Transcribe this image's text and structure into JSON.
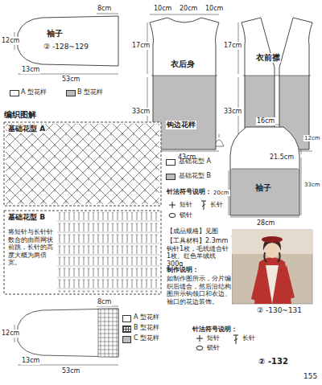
{
  "diagram": {
    "nodes": [
      {
        "text": [
          "袖子",
          "② -128~129"
        ]
      },
      {
        "text": [
          "衣后身"
        ]
      },
      {
        "text": [
          "衣前襟"
        ]
      },
      {
        "text": [
          "基础花型 A"
        ]
      },
      {
        "text": [
          "基础花型 B",
          "将短针与长针针数合的由而网状前跳，长针的高度大概为两倍宽。"
        ]
      },
      {
        "text": [
          "袖子"
        ]
      }
    ],
    "labels": [
      "8cm",
      "12cm",
      "13cm",
      "53cm",
      "10cm",
      "20cm",
      "10cm",
      "17cm",
      "33cm",
      "43cm",
      "17cm",
      "33cm",
      "21.5cm",
      "编织图解",
      "钩边花样",
      "针法符号说明：",
      "短针",
      "长针",
      "锁针",
      "16cm",
      "12cm",
      "33cm",
      "20cm",
      "28cm",
      "【成品规格】见图",
      "【工具材料】2.3mm 钩针1枚，毛线缝合针1枚、红色羊绒线 300g",
      "制作说明：",
      "如制作图所示，分片编织后缝合，然后沿结构图所示钩领口和衣边、袖口的花边装饰。",
      "② -130~131",
      "8cm",
      "12cm",
      "13cm",
      "53cm",
      "针法符号说明：",
      "短针",
      "锁针",
      "长针",
      "② -132",
      "155"
    ],
    "legend": [
      {
        "text": "A 型花样",
        "color": "#ffffff"
      },
      {
        "text": "B 型花样",
        "color": "#bdbdbd"
      },
      {
        "text": "基础花型 A",
        "color": "#ffffff"
      },
      {
        "text": "基础花型 B",
        "color": "#bdbdbd"
      },
      {
        "text": "A 型花样",
        "color": "#ffffff"
      },
      {
        "text": "B 型花样"
      },
      {
        "text": "C 型花样",
        "color": "#bdbdbd"
      }
    ]
  }
}
